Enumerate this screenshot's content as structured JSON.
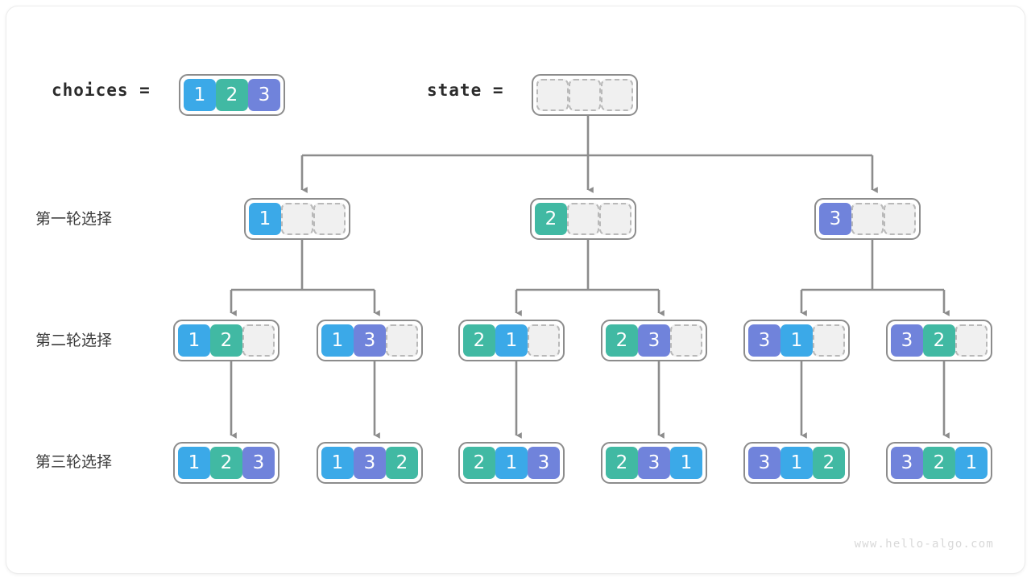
{
  "header": {
    "choices_label": "choices =",
    "choices": [
      1,
      2,
      3
    ],
    "state_label": "state =",
    "state": [
      null,
      null,
      null
    ]
  },
  "rows": [
    {
      "label": "第一轮选择",
      "nodes": [
        {
          "cells": [
            1,
            null,
            null
          ]
        },
        {
          "cells": [
            2,
            null,
            null
          ]
        },
        {
          "cells": [
            3,
            null,
            null
          ]
        }
      ]
    },
    {
      "label": "第二轮选择",
      "nodes": [
        {
          "cells": [
            1,
            2,
            null
          ]
        },
        {
          "cells": [
            1,
            3,
            null
          ]
        },
        {
          "cells": [
            2,
            1,
            null
          ]
        },
        {
          "cells": [
            2,
            3,
            null
          ]
        },
        {
          "cells": [
            3,
            1,
            null
          ]
        },
        {
          "cells": [
            3,
            2,
            null
          ]
        }
      ]
    },
    {
      "label": "第三轮选择",
      "nodes": [
        {
          "cells": [
            1,
            2,
            3
          ]
        },
        {
          "cells": [
            1,
            3,
            2
          ]
        },
        {
          "cells": [
            2,
            1,
            3
          ]
        },
        {
          "cells": [
            2,
            3,
            1
          ]
        },
        {
          "cells": [
            3,
            1,
            2
          ]
        },
        {
          "cells": [
            3,
            2,
            1
          ]
        }
      ]
    }
  ],
  "colors": {
    "value_1": "#3BA9E8",
    "value_2": "#41B9A3",
    "value_3": "#7083DB",
    "empty_fill": "#f0f0f0",
    "empty_border": "#b9b9b9",
    "box_border": "#8c8c8c",
    "connector": "#8c8c8c",
    "text": "#3c3c3c",
    "watermark": "#d8d8d8"
  },
  "watermark": "www.hello-algo.com"
}
